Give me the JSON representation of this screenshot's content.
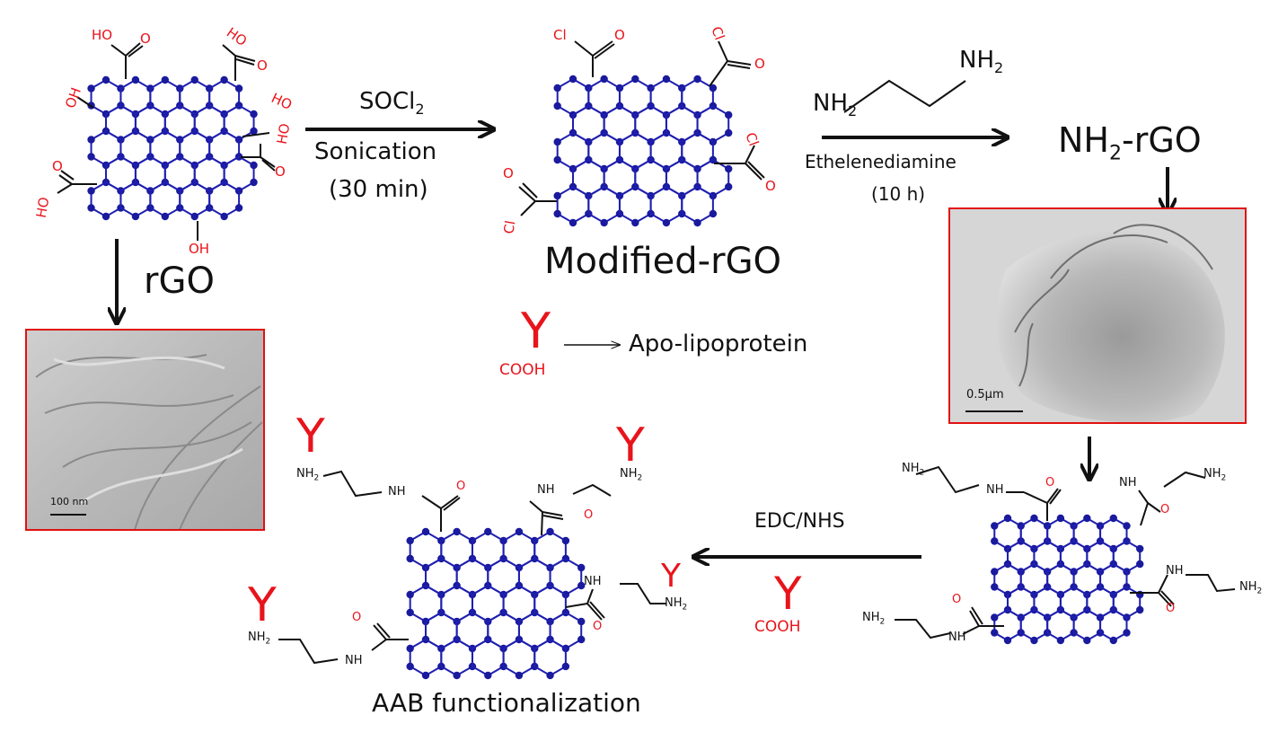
{
  "labels": {
    "rgo": "rGO",
    "modified_rgo": "Modified-rGO",
    "nh2_rgo_prefix": "NH",
    "nh2_rgo_sub": "2",
    "nh2_rgo_suffix": "-rGO",
    "aab": "AAB functionalization"
  },
  "reactions": {
    "step1_reagent_main": "SOCl",
    "step1_reagent_sub": "2",
    "step1_condition": "Sonication",
    "step1_time": "(30 min)",
    "step2_reagent": "Ethelenediamine",
    "step2_time": "(10 h)",
    "step3_reagent": "EDC/NHS"
  },
  "legend": {
    "y_symbol": "Y",
    "y_cooh": "COOH",
    "arrow_text": "Apo-lipoprotein"
  },
  "tem": {
    "left_scale": "100 nm",
    "right_scale": "0.5µm"
  },
  "chem": {
    "ho": "HO",
    "oh": "OH",
    "o": "O",
    "cl": "Cl",
    "nh": "NH",
    "nh2_main": "NH",
    "sub2": "2",
    "cooh": "COOH",
    "y": "Y"
  },
  "colors": {
    "lattice": "#1f1fb0",
    "node": "#1a1a9e",
    "accent_red": "#e8141b",
    "tem_border": "#e11111"
  },
  "icon_names": [
    "graphene-lattice-icon",
    "arrow-right-icon",
    "arrow-down-icon",
    "arrow-left-icon",
    "antibody-y-icon"
  ]
}
